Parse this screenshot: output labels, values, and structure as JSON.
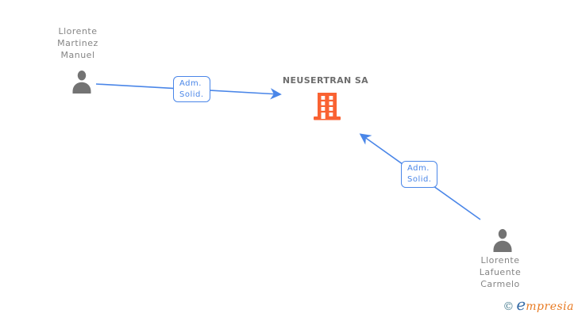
{
  "diagram": {
    "company": {
      "name": "NEUSERTRAN SA",
      "icon": "building-icon"
    },
    "person1": {
      "line1": "Llorente",
      "line2": "Martinez",
      "line3": "Manuel",
      "icon": "person-silhouette-icon"
    },
    "person2": {
      "line1": "Llorente",
      "line2": "Lafuente",
      "line3": "Carmelo",
      "icon": "person-silhouette-icon"
    },
    "relation1": {
      "line1": "Adm.",
      "line2": "Solid."
    },
    "relation2": {
      "line1": "Adm.",
      "line2": "Solid."
    }
  },
  "colors": {
    "link_blue": "#4a86e8",
    "label_gray": "#858585",
    "company_gray": "#6d6d6d",
    "person_icon_gray": "#737373",
    "building_orange": "#f96232",
    "logo_teal": "#4b7f92",
    "logo_blue": "#3a6ea8",
    "logo_orange": "#e87a22"
  },
  "watermark": {
    "copyright": "©",
    "brand_initial": "e",
    "brand_rest": "mpresia"
  }
}
